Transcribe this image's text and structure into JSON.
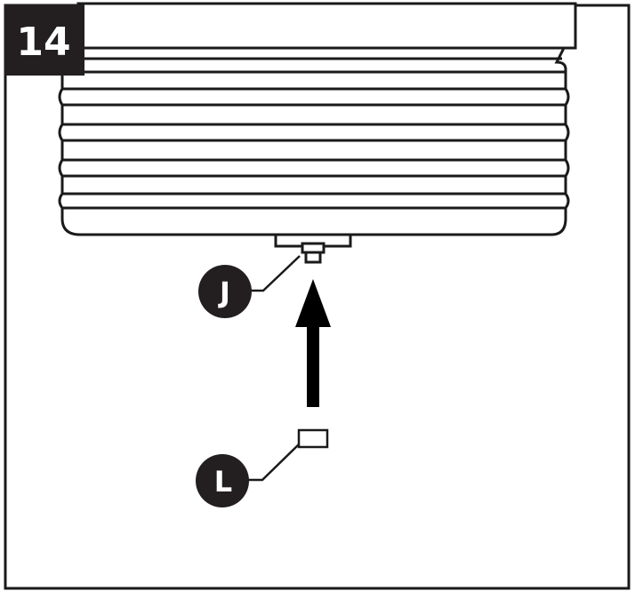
{
  "step": {
    "number": "14"
  },
  "callouts": {
    "j": {
      "letter": "J"
    },
    "l": {
      "letter": "L"
    }
  },
  "colors": {
    "ink": "#1a1a1a",
    "badge": "#231f20",
    "paper": "#ffffff"
  },
  "icons": {
    "arrow": "up-arrow-icon"
  }
}
